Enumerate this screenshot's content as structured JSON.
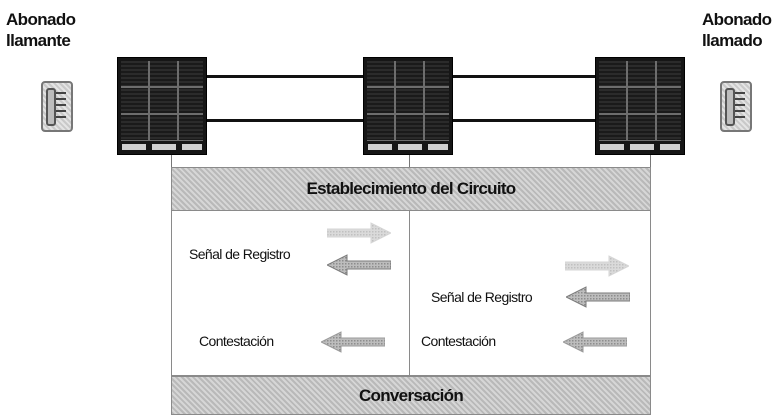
{
  "diagram": {
    "calling_party": {
      "line1": "Abonado",
      "line2": "llamante"
    },
    "called_party": {
      "line1": "Abonado",
      "line2": "llamado"
    },
    "circuit_setup": "Establecimiento del Circuito",
    "left_link": {
      "register_signal": "Señal de Registro",
      "answer": "Contestación"
    },
    "right_link": {
      "register_signal": "Señal de Registro",
      "answer": "Contestación"
    },
    "conversation": "Conversación"
  }
}
